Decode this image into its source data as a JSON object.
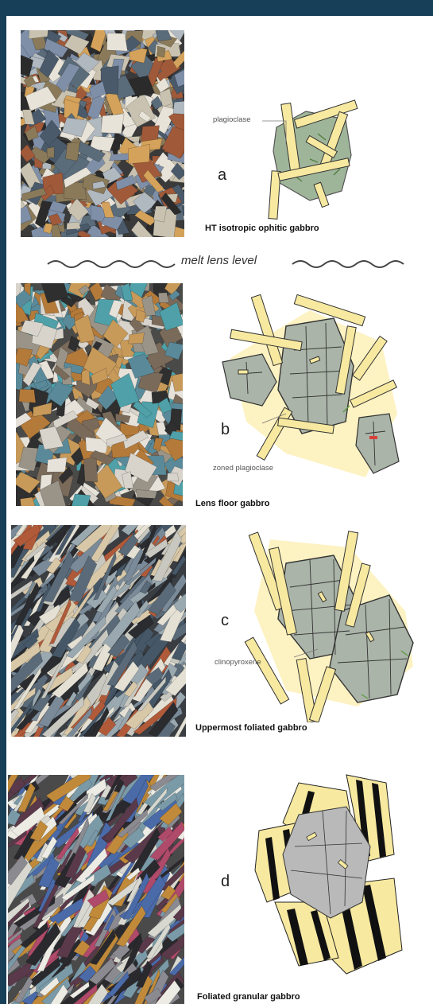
{
  "colors": {
    "frame": "#173f58",
    "plagioclase": "#f7e9a0",
    "pyroxene": "#a9b8a4",
    "halo": "#fdf2c2",
    "outline": "#333333"
  },
  "divider": {
    "label": "melt lens level"
  },
  "panels": [
    {
      "letter": "a",
      "caption": "HT isotropic ophitic gabbro",
      "label": "plagioclase"
    },
    {
      "letter": "b",
      "caption": "Lens floor gabbro",
      "label": "zoned plagioclase"
    },
    {
      "letter": "c",
      "caption": "Uppermost foliated gabbro",
      "label": "clinopyroxene"
    },
    {
      "letter": "d",
      "caption": "Foliated granular gabbro",
      "label": ""
    }
  ]
}
